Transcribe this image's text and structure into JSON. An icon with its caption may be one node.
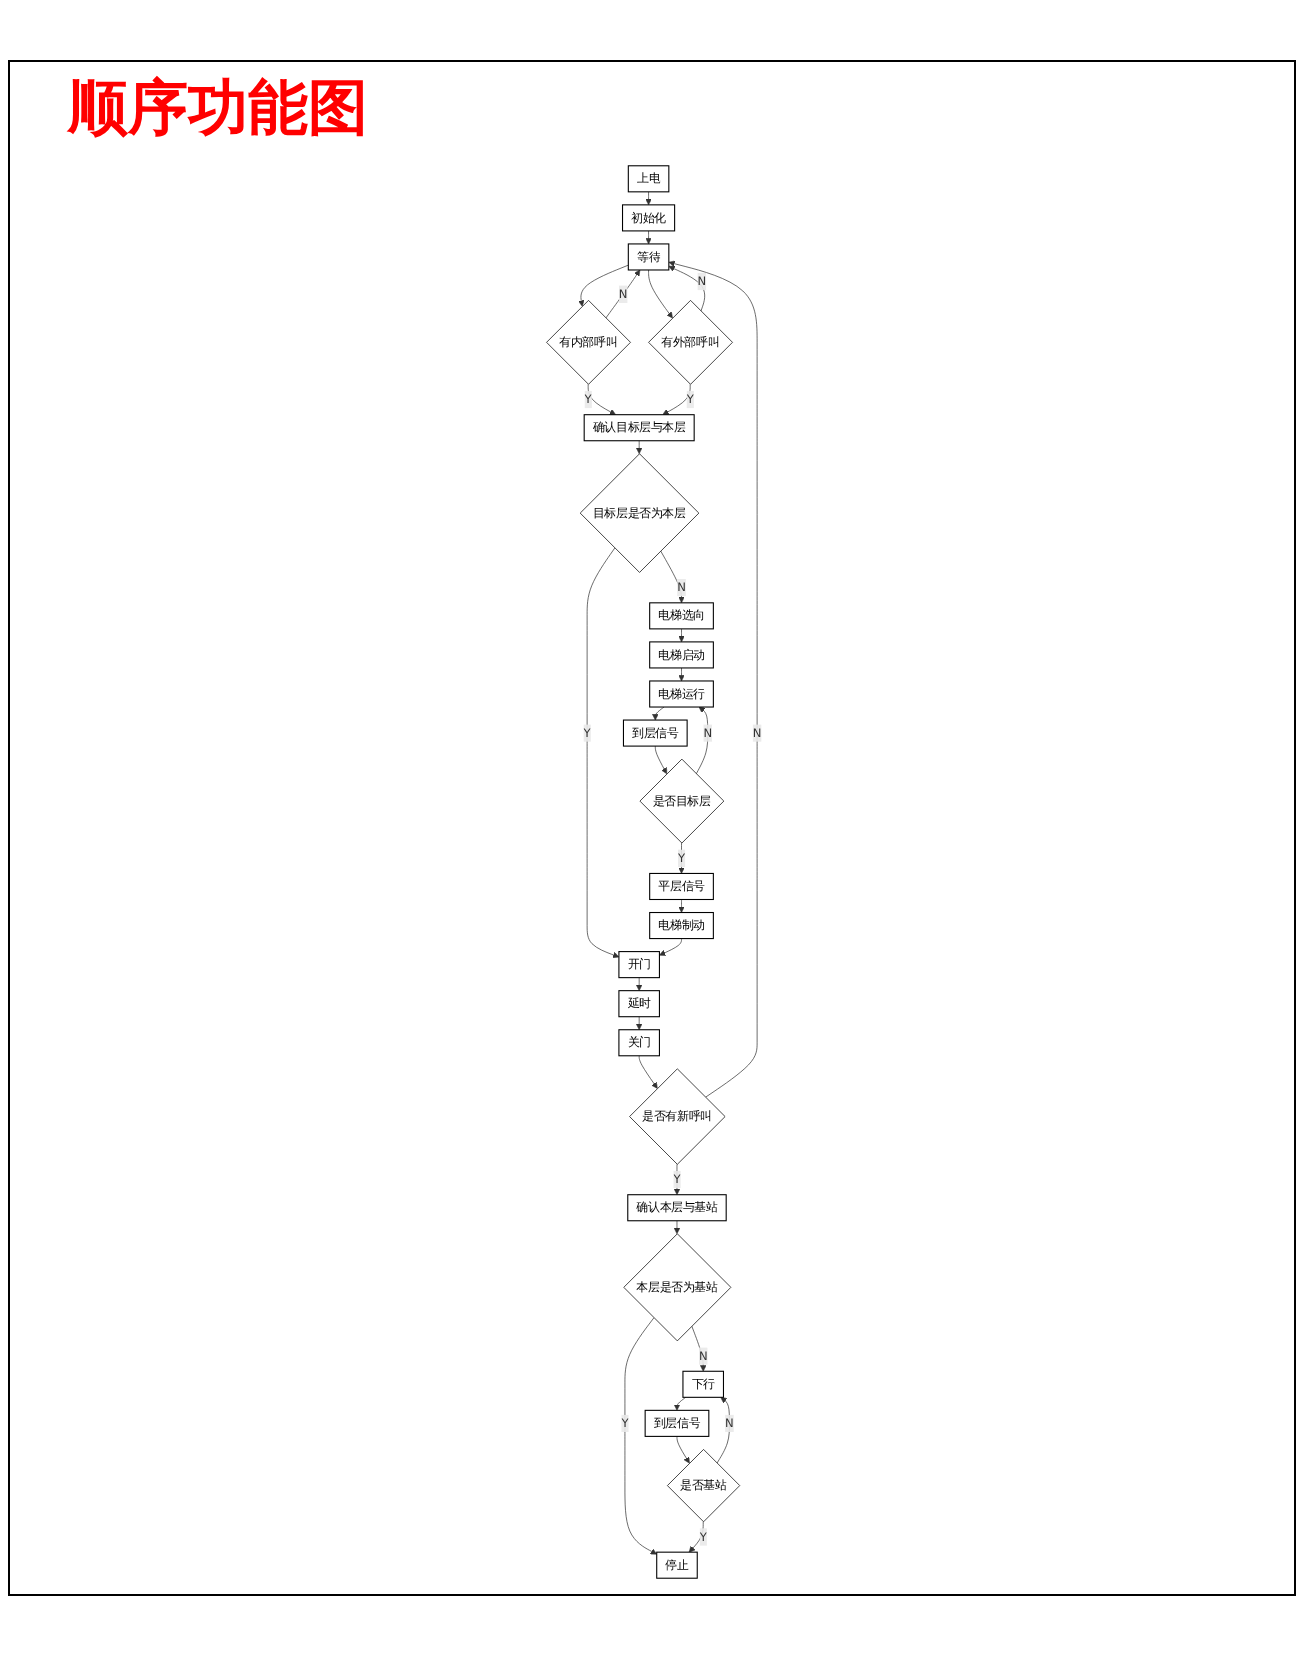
{
  "diagram": {
    "title": "顺序功能图",
    "nodes": [
      {
        "text": [
          "上电"
        ]
      },
      {
        "text": [
          "初始化"
        ]
      },
      {
        "text": [
          "等待"
        ]
      },
      {
        "text": [
          "有内部呼叫"
        ]
      },
      {
        "text": [
          "有外部呼叫"
        ]
      },
      {
        "text": [
          "确认目标层与本层"
        ]
      },
      {
        "text": [
          "目标层是否为本层"
        ]
      },
      {
        "text": [
          "电梯选向"
        ]
      },
      {
        "text": [
          "电梯启动"
        ]
      },
      {
        "text": [
          "电梯运行"
        ]
      },
      {
        "text": [
          "到层信号"
        ]
      },
      {
        "text": [
          "是否目标层"
        ]
      },
      {
        "text": [
          "平层信号"
        ]
      },
      {
        "text": [
          "电梯制动"
        ]
      },
      {
        "text": [
          "开门"
        ]
      },
      {
        "text": [
          "延时"
        ]
      },
      {
        "text": [
          "关门"
        ]
      },
      {
        "text": [
          "是否有新呼叫"
        ]
      },
      {
        "text": [
          "确认本层与基站"
        ]
      },
      {
        "text": [
          "本层是否为基站"
        ]
      },
      {
        "text": [
          "下行"
        ]
      },
      {
        "text": [
          "到层信号"
        ]
      },
      {
        "text": [
          "是否基站"
        ]
      },
      {
        "text": [
          "停止"
        ]
      }
    ],
    "edges": [
      {
        "from": 0,
        "to": 1,
        "arrow": "to"
      },
      {
        "from": 1,
        "to": 2,
        "arrow": "to"
      },
      {
        "from": 2,
        "to": 3,
        "arrow": "to"
      },
      {
        "from": 2,
        "to": 4,
        "arrow": "to"
      },
      {
        "from": 3,
        "to": 2,
        "arrow": "to",
        "label": "N"
      },
      {
        "from": 4,
        "to": 2,
        "arrow": "to",
        "label": "N"
      },
      {
        "from": 3,
        "to": 5,
        "arrow": "to",
        "label": "Y"
      },
      {
        "from": 4,
        "to": 5,
        "arrow": "to",
        "label": "Y"
      },
      {
        "from": 5,
        "to": 6,
        "arrow": "to"
      },
      {
        "from": 6,
        "to": 7,
        "arrow": "to",
        "label": "N"
      },
      {
        "from": 6,
        "to": 14,
        "arrow": "to",
        "label": "Y"
      },
      {
        "from": 7,
        "to": 8,
        "arrow": "to"
      },
      {
        "from": 8,
        "to": 9,
        "arrow": "to"
      },
      {
        "from": 9,
        "to": 10,
        "arrow": "to"
      },
      {
        "from": 10,
        "to": 11,
        "arrow": "to"
      },
      {
        "from": 11,
        "to": 9,
        "arrow": "to",
        "label": "N"
      },
      {
        "from": 11,
        "to": 12,
        "arrow": "to",
        "label": "Y"
      },
      {
        "from": 12,
        "to": 13,
        "arrow": "to"
      },
      {
        "from": 13,
        "to": 14,
        "arrow": "to"
      },
      {
        "from": 14,
        "to": 15,
        "arrow": "to"
      },
      {
        "from": 15,
        "to": 16,
        "arrow": "to"
      },
      {
        "from": 16,
        "to": 17,
        "arrow": "to"
      },
      {
        "from": 17,
        "to": 2,
        "arrow": "to",
        "label": "N"
      },
      {
        "from": 17,
        "to": 18,
        "arrow": "to",
        "label": "Y"
      },
      {
        "from": 18,
        "to": 19,
        "arrow": "to"
      },
      {
        "from": 19,
        "to": 20,
        "arrow": "to",
        "label": "N"
      },
      {
        "from": 19,
        "to": 23,
        "arrow": "to",
        "label": "Y"
      },
      {
        "from": 20,
        "to": 21,
        "arrow": "to"
      },
      {
        "from": 21,
        "to": 22,
        "arrow": "to"
      },
      {
        "from": 22,
        "to": 20,
        "arrow": "to",
        "label": "N"
      },
      {
        "from": 22,
        "to": 23,
        "arrow": "to",
        "label": "Y"
      }
    ]
  }
}
